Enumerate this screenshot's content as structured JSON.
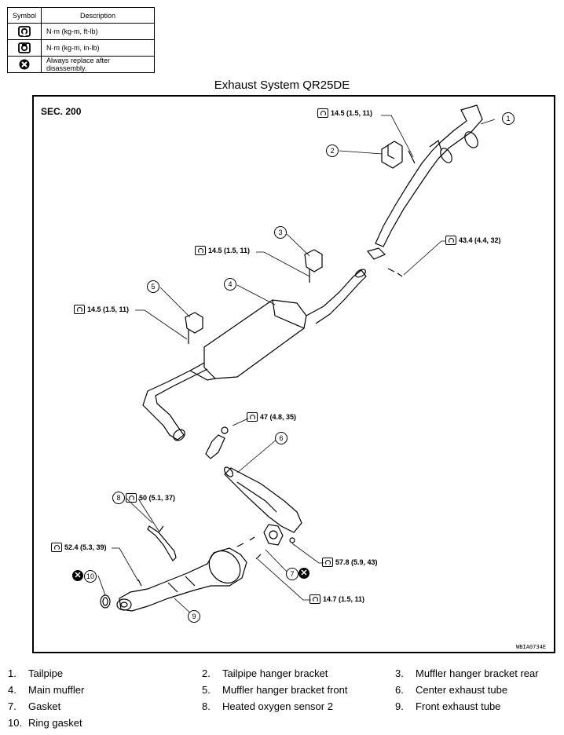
{
  "legend": {
    "header_symbol": "Symbol",
    "header_description": "Description",
    "rows": [
      {
        "icon": "torque-wrench-icon",
        "text": "N·m (kg-m, ft-lb)"
      },
      {
        "icon": "torque-wrench-inlb-icon",
        "text": "N·m (kg-m, in-lb)"
      },
      {
        "icon": "always-replace-icon",
        "text": "Always replace after disassembly."
      }
    ]
  },
  "title": "Exhaust System QR25DE",
  "section": "SEC. 200",
  "diagram_code": "WBIA0734E",
  "callouts": [
    "1",
    "2",
    "3",
    "4",
    "5",
    "6",
    "7",
    "8",
    "9",
    "10"
  ],
  "torques": {
    "t_top": "14.5 (1.5, 11)",
    "t_rear_bracket": "14.5 (1.5, 11)",
    "t_front_bracket": "14.5 (1.5, 11)",
    "t_joint": "43.4 (4.4, 32)",
    "t_sensor_top": "47 (4.8, 35)",
    "t_sensor2": "50 (5.1, 37)",
    "t_front_stud": "52.4 (5.3, 39)",
    "t_gasket": "57.8 (5.9, 43)",
    "t_bottom": "14.7 (1.5, 11)"
  },
  "parts": [
    {
      "num": "1.",
      "name": "Tailpipe"
    },
    {
      "num": "2.",
      "name": "Tailpipe hanger bracket"
    },
    {
      "num": "3.",
      "name": "Muffler hanger bracket rear"
    },
    {
      "num": "4.",
      "name": "Main muffler"
    },
    {
      "num": "5.",
      "name": "Muffler hanger bracket front"
    },
    {
      "num": "6.",
      "name": "Center exhaust tube"
    },
    {
      "num": "7.",
      "name": "Gasket"
    },
    {
      "num": "8.",
      "name": "Heated oxygen sensor 2"
    },
    {
      "num": "9.",
      "name": "Front exhaust tube"
    },
    {
      "num": "10.",
      "name": "Ring gasket"
    }
  ]
}
